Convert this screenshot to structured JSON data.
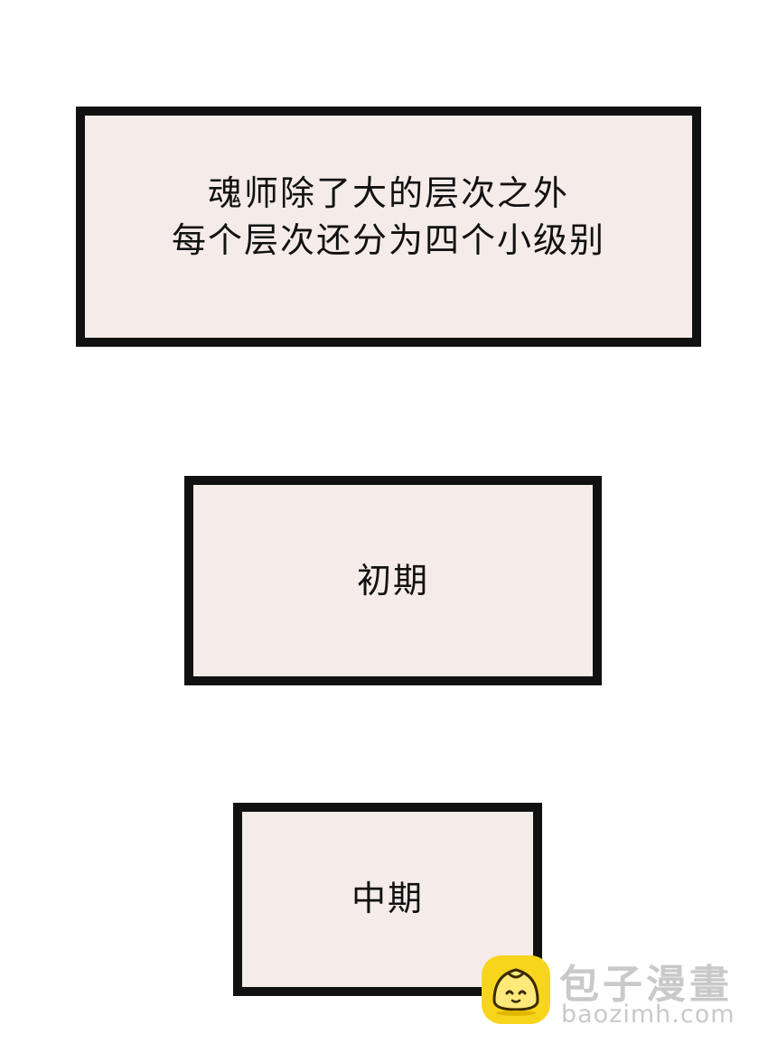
{
  "panels": [
    {
      "lines": [
        "魂师除了大的层次之外",
        "每个层次还分为四个小级别"
      ]
    },
    {
      "label": "初期"
    },
    {
      "label": "中期"
    }
  ],
  "watermark": {
    "title": "包子漫畫",
    "url": "baozimh.com",
    "logo_icon": "steamed-bun-icon",
    "logo_color": "#f7d51c"
  },
  "colors": {
    "panel_fill": "#f5ece9",
    "panel_border": "#111111",
    "text": "#111111",
    "watermark_text": "#c9c9c9"
  }
}
